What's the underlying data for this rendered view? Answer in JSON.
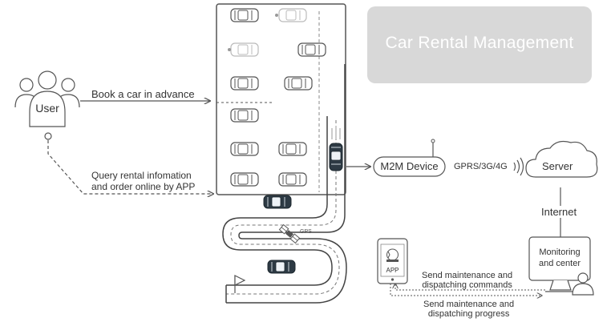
{
  "title": "Car Rental Management",
  "user": {
    "label": "User"
  },
  "book_text": "Book a car in advance",
  "query_text": [
    "Query rental infomation",
    "and order online by APP"
  ],
  "m2m_label": "M2M Device",
  "network_label": "GPRS/3G/4G",
  "server_label": "Server",
  "internet_label": "Internet",
  "monitor_label": [
    "Monitoring",
    "and center"
  ],
  "app_label": "APP",
  "gps_label": "GPS",
  "commands_text": [
    "Send maintenance and",
    "dispatching commands"
  ],
  "progress_text": [
    "Send maintenance and",
    "dispatching progress"
  ],
  "colors": {
    "line": "#555555",
    "title_bg": "#d8d8d8",
    "dark_car": "#2d3a44"
  }
}
